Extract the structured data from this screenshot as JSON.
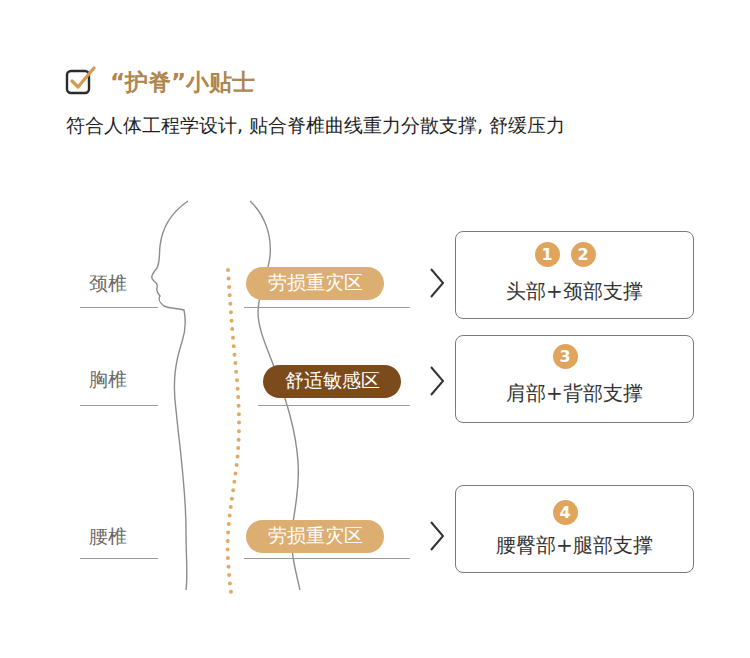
{
  "diagram": {
    "title": "“护脊”小贴士",
    "nodes": [
      {
        "text": [
          "劳损重灾区"
        ]
      },
      {
        "text": [
          "头部+颈部支撑"
        ]
      },
      {
        "text": [
          "1"
        ],
        "in": 1
      },
      {
        "text": [
          "2"
        ],
        "in": 1
      },
      {
        "text": [
          "舒适敏感区"
        ]
      },
      {
        "text": [
          "肩部+背部支撑"
        ]
      },
      {
        "text": [
          "3"
        ],
        "in": 5
      },
      {
        "text": [
          "劳损重灾区"
        ]
      },
      {
        "text": [
          "腰臀部+腿部支撑"
        ]
      },
      {
        "text": [
          "4"
        ],
        "in": 8
      }
    ],
    "edges": [
      {
        "from": 0,
        "to": 1,
        "arrow": "to"
      },
      {
        "from": 4,
        "to": 5,
        "arrow": "to"
      },
      {
        "from": 7,
        "to": 8,
        "arrow": "to"
      }
    ],
    "labels": [
      "符合人体工程学设计, 贴合脊椎曲线重力分散支撑, 舒缓压力",
      "颈椎",
      "胸椎",
      "腰椎"
    ]
  }
}
